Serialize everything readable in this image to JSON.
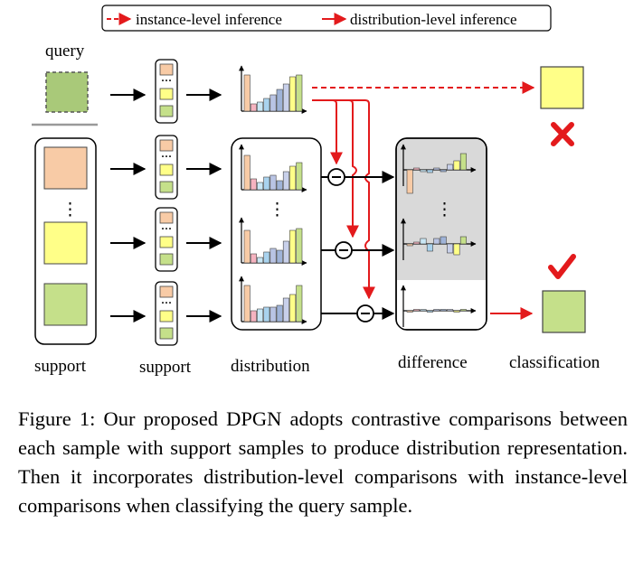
{
  "legend": {
    "instance": "instance-level inference",
    "distribution": "distribution-level inference"
  },
  "labels": {
    "query": "query",
    "support1": "support",
    "support2": "support",
    "distribution": "distribution",
    "difference": "difference",
    "classification": "classification",
    "ellipsis": "⋮"
  },
  "colors": {
    "orange": "#f8cba6",
    "yellow": "#ffff88",
    "green": "#c5e08a",
    "query_green": "#a9c979",
    "red": "#e31a1c",
    "gray_panel": "#d9d9d9"
  },
  "icons": {
    "wrong": "cross-mark-icon",
    "right": "check-mark-icon",
    "minus": "minus-circle-icon"
  },
  "caption": {
    "prefix": "Figure 1:",
    "text": "Our proposed DPGN adopts contrastive comparisons between each sample with support samples to produce distribution representation. Then it incorporates distribution-level comparisons with instance-level comparisons when classifying the query sample."
  }
}
